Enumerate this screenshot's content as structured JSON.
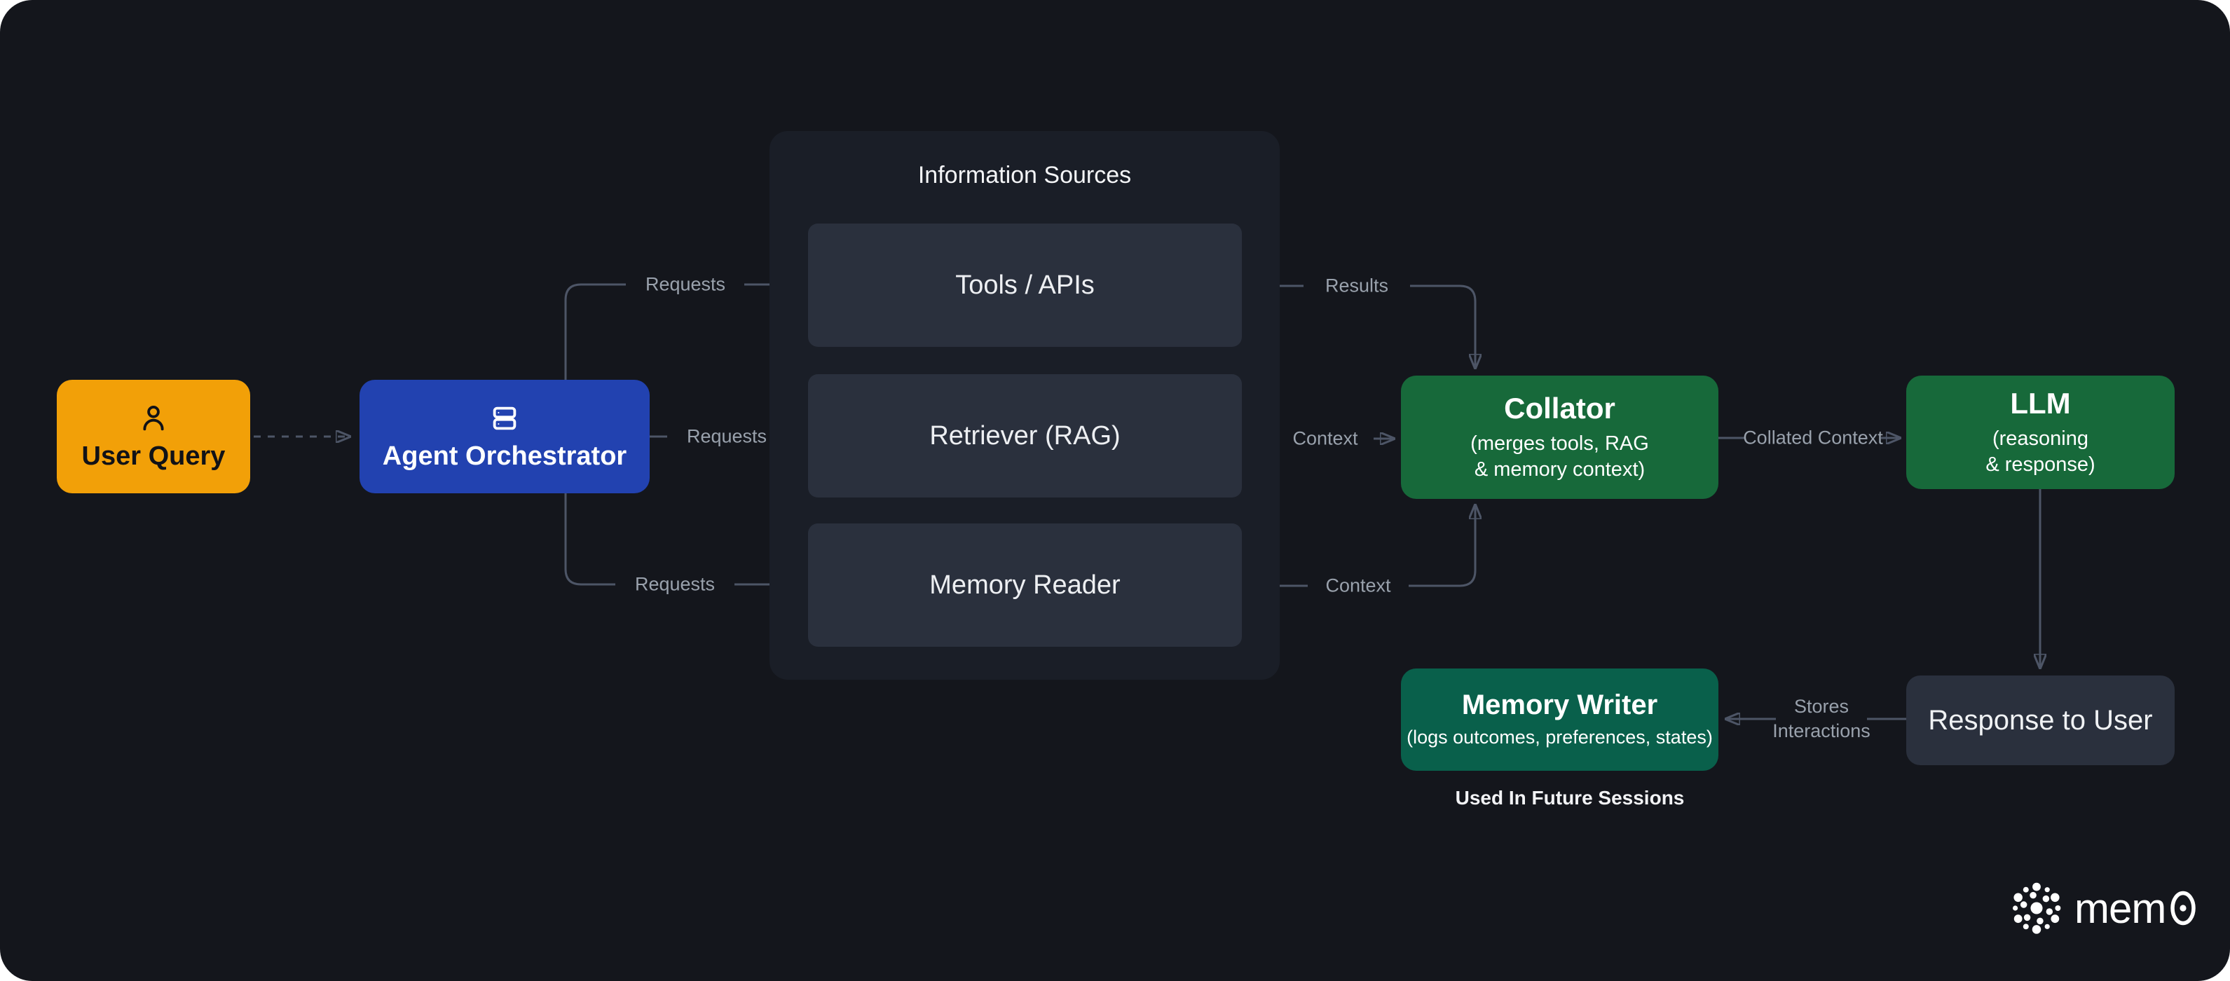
{
  "canvas": {
    "background": "#14161c"
  },
  "colors": {
    "user_query": "#f2a008",
    "orchestrator": "#2242b0",
    "sources_panel": "#1a1e27",
    "source_box": "#2a303d",
    "collator_llm_green": "#17693a",
    "memory_writer_teal": "#09604b",
    "response_slate": "#2a303d",
    "wire": "#4d5566",
    "edge_label": "#99a1ac"
  },
  "nodes": {
    "user_query": {
      "label": "User Query",
      "icon": "user-icon"
    },
    "orchestrator": {
      "label": "Agent Orchestrator",
      "icon": "server-icon"
    },
    "information_sources": {
      "title": "Information Sources",
      "items": [
        {
          "label": "Tools / APIs"
        },
        {
          "label": "Retriever (RAG)"
        },
        {
          "label": "Memory Reader"
        }
      ]
    },
    "collator": {
      "title": "Collator",
      "subtitle_line1": "(merges tools, RAG",
      "subtitle_line2": "& memory context)"
    },
    "llm": {
      "title": "LLM",
      "subtitle_line1": "(reasoning",
      "subtitle_line2": "& response)"
    },
    "memory_writer": {
      "title": "Memory Writer",
      "subtitle": "(logs outcomes, preferences, states)"
    },
    "response_to_user": {
      "label": "Response to User"
    }
  },
  "edges": {
    "requests_top": "Requests",
    "requests_mid": "Requests",
    "requests_bottom": "Requests",
    "results": "Results",
    "context_mid": "Context",
    "context_bottom": "Context",
    "collated_context": "Collated Context",
    "stores_line1": "Stores",
    "stores_line2": "Interactions"
  },
  "notes": {
    "used_in_future_sessions": "Used In Future Sessions"
  },
  "brand": {
    "prefix": "mem",
    "zero_glyph": "0",
    "full_name": "mem0"
  }
}
